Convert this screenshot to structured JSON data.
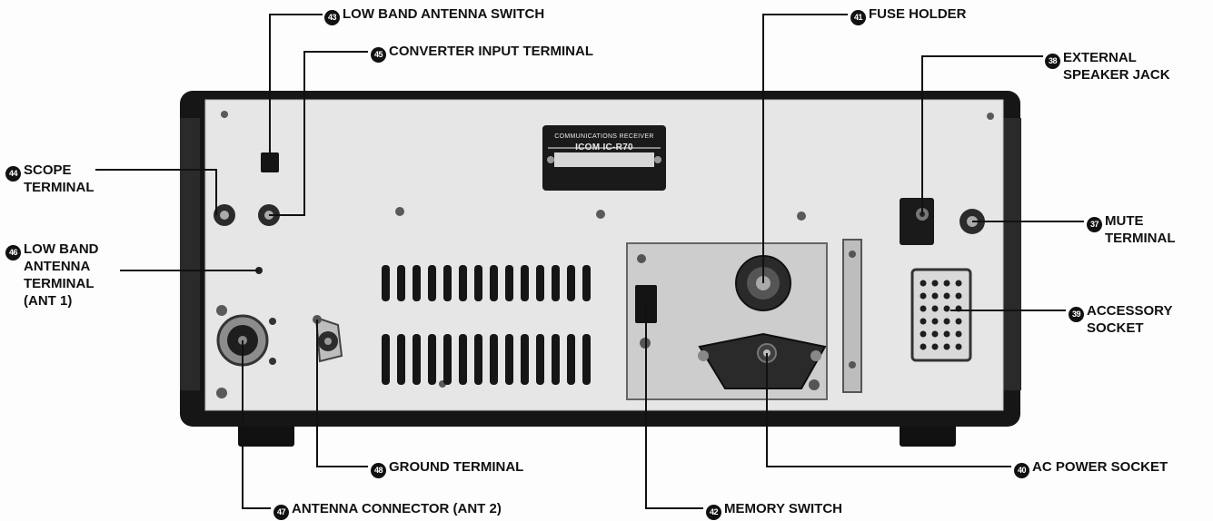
{
  "callouts": [
    {
      "id": "c43",
      "num": "43",
      "lines": [
        "LOW BAND ANTENNA SWITCH"
      ]
    },
    {
      "id": "c45",
      "num": "45",
      "lines": [
        "CONVERTER INPUT TERMINAL"
      ]
    },
    {
      "id": "c41",
      "num": "41",
      "lines": [
        "FUSE HOLDER"
      ]
    },
    {
      "id": "c38",
      "num": "38",
      "lines": [
        "EXTERNAL",
        "SPEAKER JACK"
      ]
    },
    {
      "id": "c44",
      "num": "44",
      "lines": [
        "SCOPE",
        "TERMINAL"
      ]
    },
    {
      "id": "c37",
      "num": "37",
      "lines": [
        "MUTE",
        "TERMINAL"
      ]
    },
    {
      "id": "c46",
      "num": "46",
      "lines": [
        "LOW BAND",
        "ANTENNA",
        "TERMINAL",
        "(ANT 1)"
      ]
    },
    {
      "id": "c39",
      "num": "39",
      "lines": [
        "ACCESSORY",
        "SOCKET"
      ]
    },
    {
      "id": "c48",
      "num": "48",
      "lines": [
        "GROUND TERMINAL"
      ]
    },
    {
      "id": "c40",
      "num": "40",
      "lines": [
        "AC POWER SOCKET"
      ]
    },
    {
      "id": "c47",
      "num": "47",
      "lines": [
        "ANTENNA CONNECTOR (ANT 2)"
      ]
    },
    {
      "id": "c42",
      "num": "42",
      "lines": [
        "MEMORY SWITCH"
      ]
    }
  ],
  "nameplate": {
    "line1": "COMMUNICATIONS RECEIVER",
    "line2": "ICOM IC-R70"
  },
  "colors": {
    "panel": "#e6e6e6",
    "frame": "#161616",
    "ink": "#111111",
    "plate": "#b9b9b9"
  }
}
